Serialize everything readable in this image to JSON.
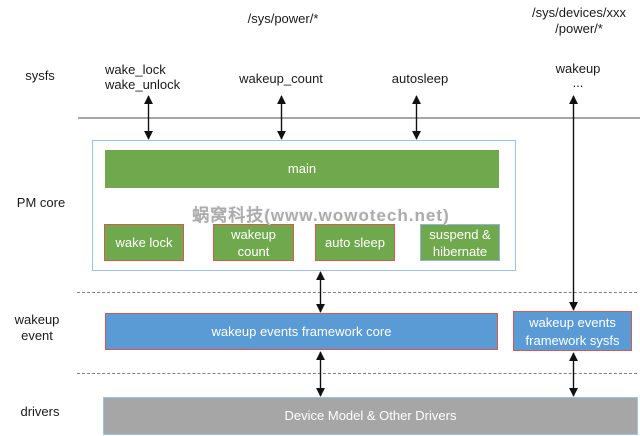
{
  "watermark": "蜗窝科技(www.wowotech.net)",
  "colors": {
    "green": "#70A84D",
    "blue": "#5B9BD5",
    "gray_box": "#A6A6A6",
    "red_border": "#D9594E",
    "light_blue_border": "#9DC3E6",
    "slate_border": "#95B3D7",
    "line": "#A6A6A6",
    "dash": "#808080",
    "arrow": "#111111",
    "text": "#1A1A1A",
    "box_text": "#FFFFFF",
    "watermark_color": "#9E9E9E"
  },
  "headers": {
    "sys_power": "/sys/power/*",
    "sys_devices": "/sys/devices/xxx\n/power/*"
  },
  "row_labels": {
    "sysfs": "sysfs",
    "pm_core": "PM core",
    "wakeup_event": "wakeup\nevent",
    "drivers": "drivers"
  },
  "sysfs_nodes": {
    "wake_lock": "wake_lock\nwake_unlock",
    "wakeup_count": "wakeup_count",
    "autosleep": "autosleep",
    "wakeup": "wakeup\n..."
  },
  "pm_core": {
    "main": "main",
    "wake_lock": "wake lock",
    "wakeup_count": "wakeup\ncount",
    "auto_sleep": "auto sleep",
    "suspend_hibernate": "suspend &\nhibernate"
  },
  "wakeup_event": {
    "core": "wakeup events framework core",
    "sysfs": "wakeup events\nframework sysfs"
  },
  "drivers": {
    "device_model": "Device Model & Other Drivers"
  }
}
